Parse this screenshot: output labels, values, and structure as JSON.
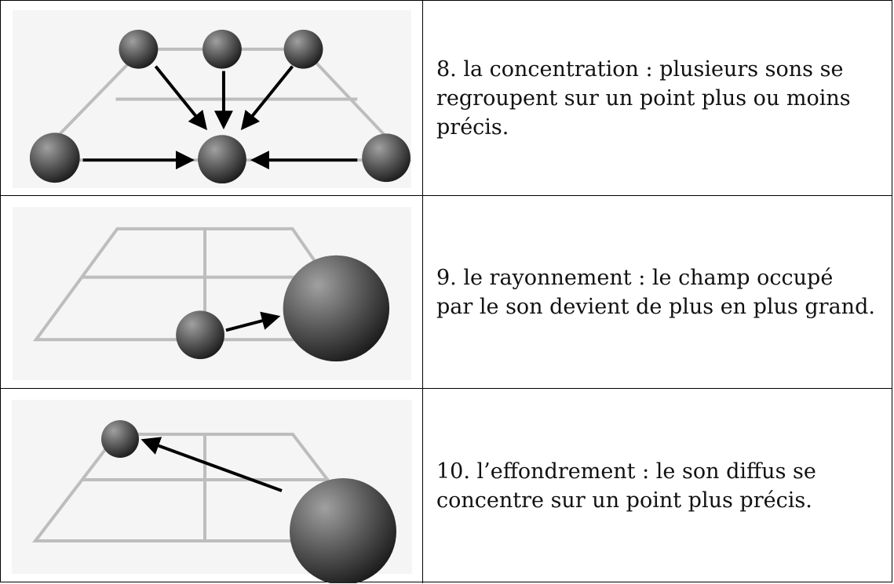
{
  "rows": [
    {
      "number": "8",
      "text": "8. la concentration : plusieurs sons se regroupent sur un point plus ou moins précis."
    },
    {
      "number": "9",
      "text": "9. le rayonnement : le champ occupé par le son devient de plus en plus grand."
    },
    {
      "number": "10",
      "text": "10. l’effondrement : le son diffus se concentre sur un point plus précis."
    }
  ],
  "colors": {
    "grid": "#bdbdbd",
    "arrow": "#000000",
    "sphere_light": "#9a9a9a",
    "sphere_dark": "#1e1e1e",
    "panel_bg": "#f5f5f5"
  }
}
